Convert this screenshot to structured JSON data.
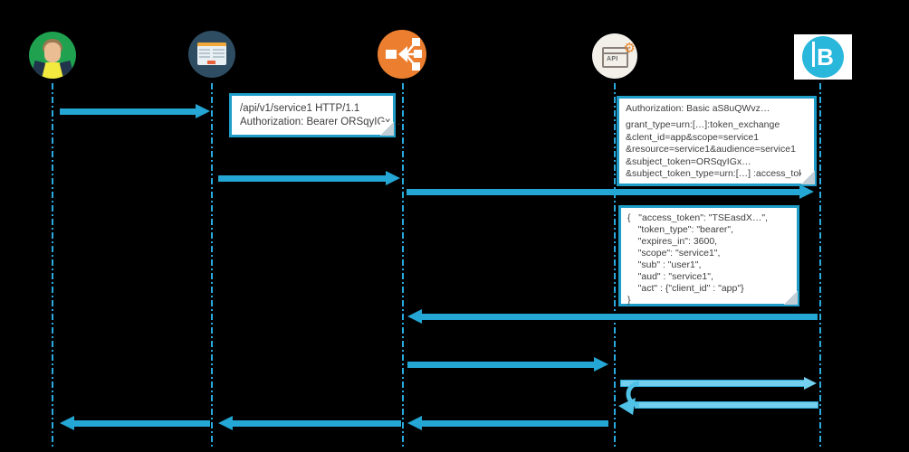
{
  "diagram": {
    "type": "sequence-diagram",
    "background": "#000000",
    "colors": {
      "arrow_dark": "#24a7d4",
      "arrow_light": "#74d0ee",
      "lifeline": "#29abe0",
      "note_border": "#1e9dc9",
      "note_text": "#3d3d3d",
      "user_green": "#1fa14f",
      "browser_navy": "#2e4d63",
      "gateway_orange": "#ec7f2f",
      "api_cream": "#f3f0ea",
      "logo_cyan": "#29b7dc"
    }
  },
  "actors": [
    {
      "id": "user",
      "icon": "user-avatar-icon"
    },
    {
      "id": "browser-app",
      "icon": "browser-window-icon"
    },
    {
      "id": "gateway",
      "icon": "load-balancer-icon"
    },
    {
      "id": "service",
      "icon": "api-window-icon",
      "label": "API"
    },
    {
      "id": "token-service",
      "icon": "b-logo-icon",
      "letter": "B"
    }
  ],
  "notes": {
    "request": {
      "lines": [
        "/api/v1/service1 HTTP/1.1",
        "Authorization: Bearer ORSqyIGx…"
      ]
    },
    "exchange": {
      "header": "Authorization: Basic aS8uQWvz…",
      "lines": [
        "grant_type=urn:[…]:token_exchange",
        "&clent_id=app&scope=service1",
        "&resource=service1&audience=service1",
        "&subject_token=ORSqyIGx…",
        "&subject_token_type=urn:[…] :access_token"
      ]
    },
    "response": {
      "lines": [
        "{   \"access_token\": \"TSEasdX…\",",
        "    \"token_type\": \"bearer\",",
        "    \"expires_in\": 3600,",
        "    \"scope\": \"service1\",",
        "    \"sub\" : \"user1\",",
        "    \"aud\" : \"service1\",",
        "    \"act\" : {\"client_id\" : \"app\"}",
        "}"
      ]
    }
  },
  "messages": [
    {
      "name": "user-request",
      "from": "user",
      "to": "browser-app",
      "style": "dark"
    },
    {
      "name": "app-request",
      "from": "browser-app",
      "to": "gateway",
      "style": "dark"
    },
    {
      "name": "token-exchange-request",
      "from": "gateway",
      "to": "token-service",
      "style": "dark"
    },
    {
      "name": "token-exchange-response",
      "from": "token-service",
      "to": "gateway",
      "style": "dark"
    },
    {
      "name": "service-request",
      "from": "gateway",
      "to": "service",
      "style": "dark"
    },
    {
      "name": "token-validation-request",
      "from": "service",
      "to": "token-service",
      "style": "light"
    },
    {
      "name": "token-validation-response",
      "from": "token-service",
      "to": "service",
      "style": "light"
    },
    {
      "name": "service-response",
      "from": "service",
      "to": "gateway",
      "style": "dark"
    },
    {
      "name": "app-response",
      "from": "gateway",
      "to": "browser-app",
      "style": "dark"
    },
    {
      "name": "user-response",
      "from": "browser-app",
      "to": "user",
      "style": "dark"
    }
  ]
}
